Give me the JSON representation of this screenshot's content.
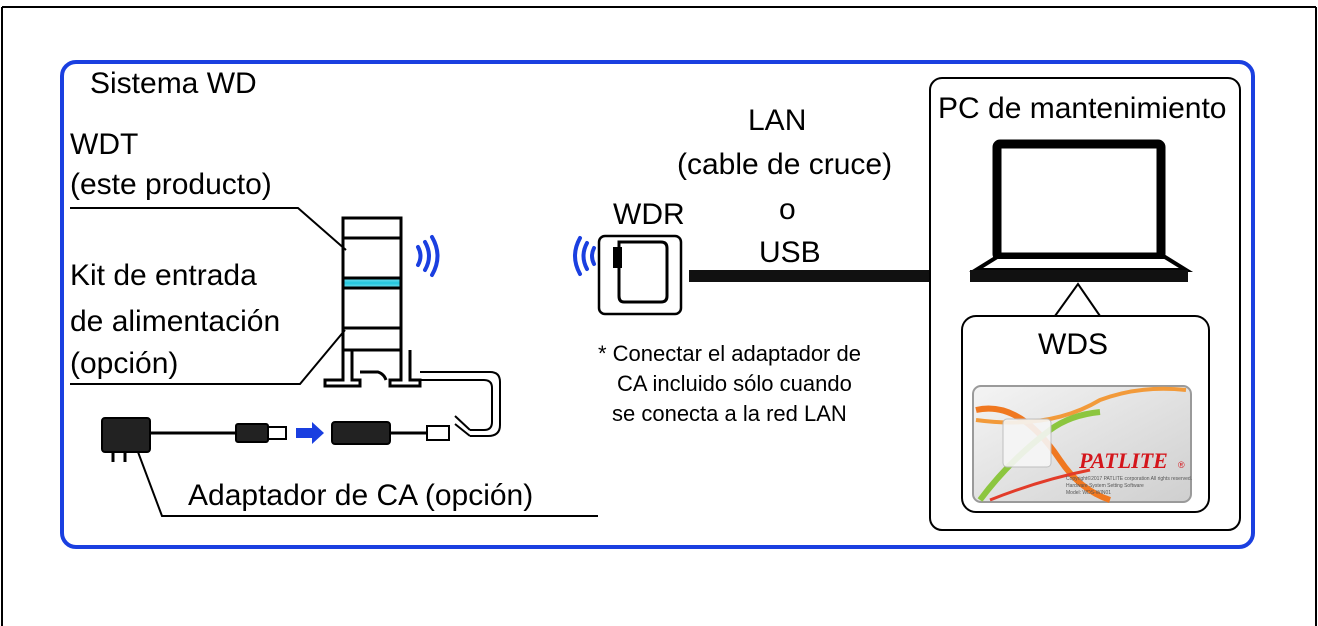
{
  "system": {
    "title": "Sistema WD",
    "border_color": "#1a3fe0",
    "wave_color": "#1a3fe0"
  },
  "wdt": {
    "label_line1": "WDT",
    "label_line2": "(este producto)"
  },
  "power_kit": {
    "label_line1": "Kit de entrada",
    "label_line2": "de alimentación",
    "label_line3": "(opción)"
  },
  "ac_adapter": {
    "label": "Adaptador de CA (opción)"
  },
  "wdr": {
    "label": "WDR"
  },
  "connection": {
    "line1": "LAN",
    "line2": "(cable de cruce)",
    "line3": "o",
    "line4": "USB"
  },
  "note": {
    "line1": "* Conectar el adaptador de",
    "line2": "CA incluido sólo cuando",
    "line3": "se conecta a la red LAN"
  },
  "pc": {
    "label": "PC de mantenimiento"
  },
  "wds": {
    "label": "WDS",
    "brand": "PATLITE",
    "brand_mark": "®",
    "fine_line1": "Copyright©2017 PATLITE corporation All rights reserved.",
    "fine_line2": "Hardware System Setting Software",
    "fine_line3": "Model: WDS-WIN01"
  }
}
